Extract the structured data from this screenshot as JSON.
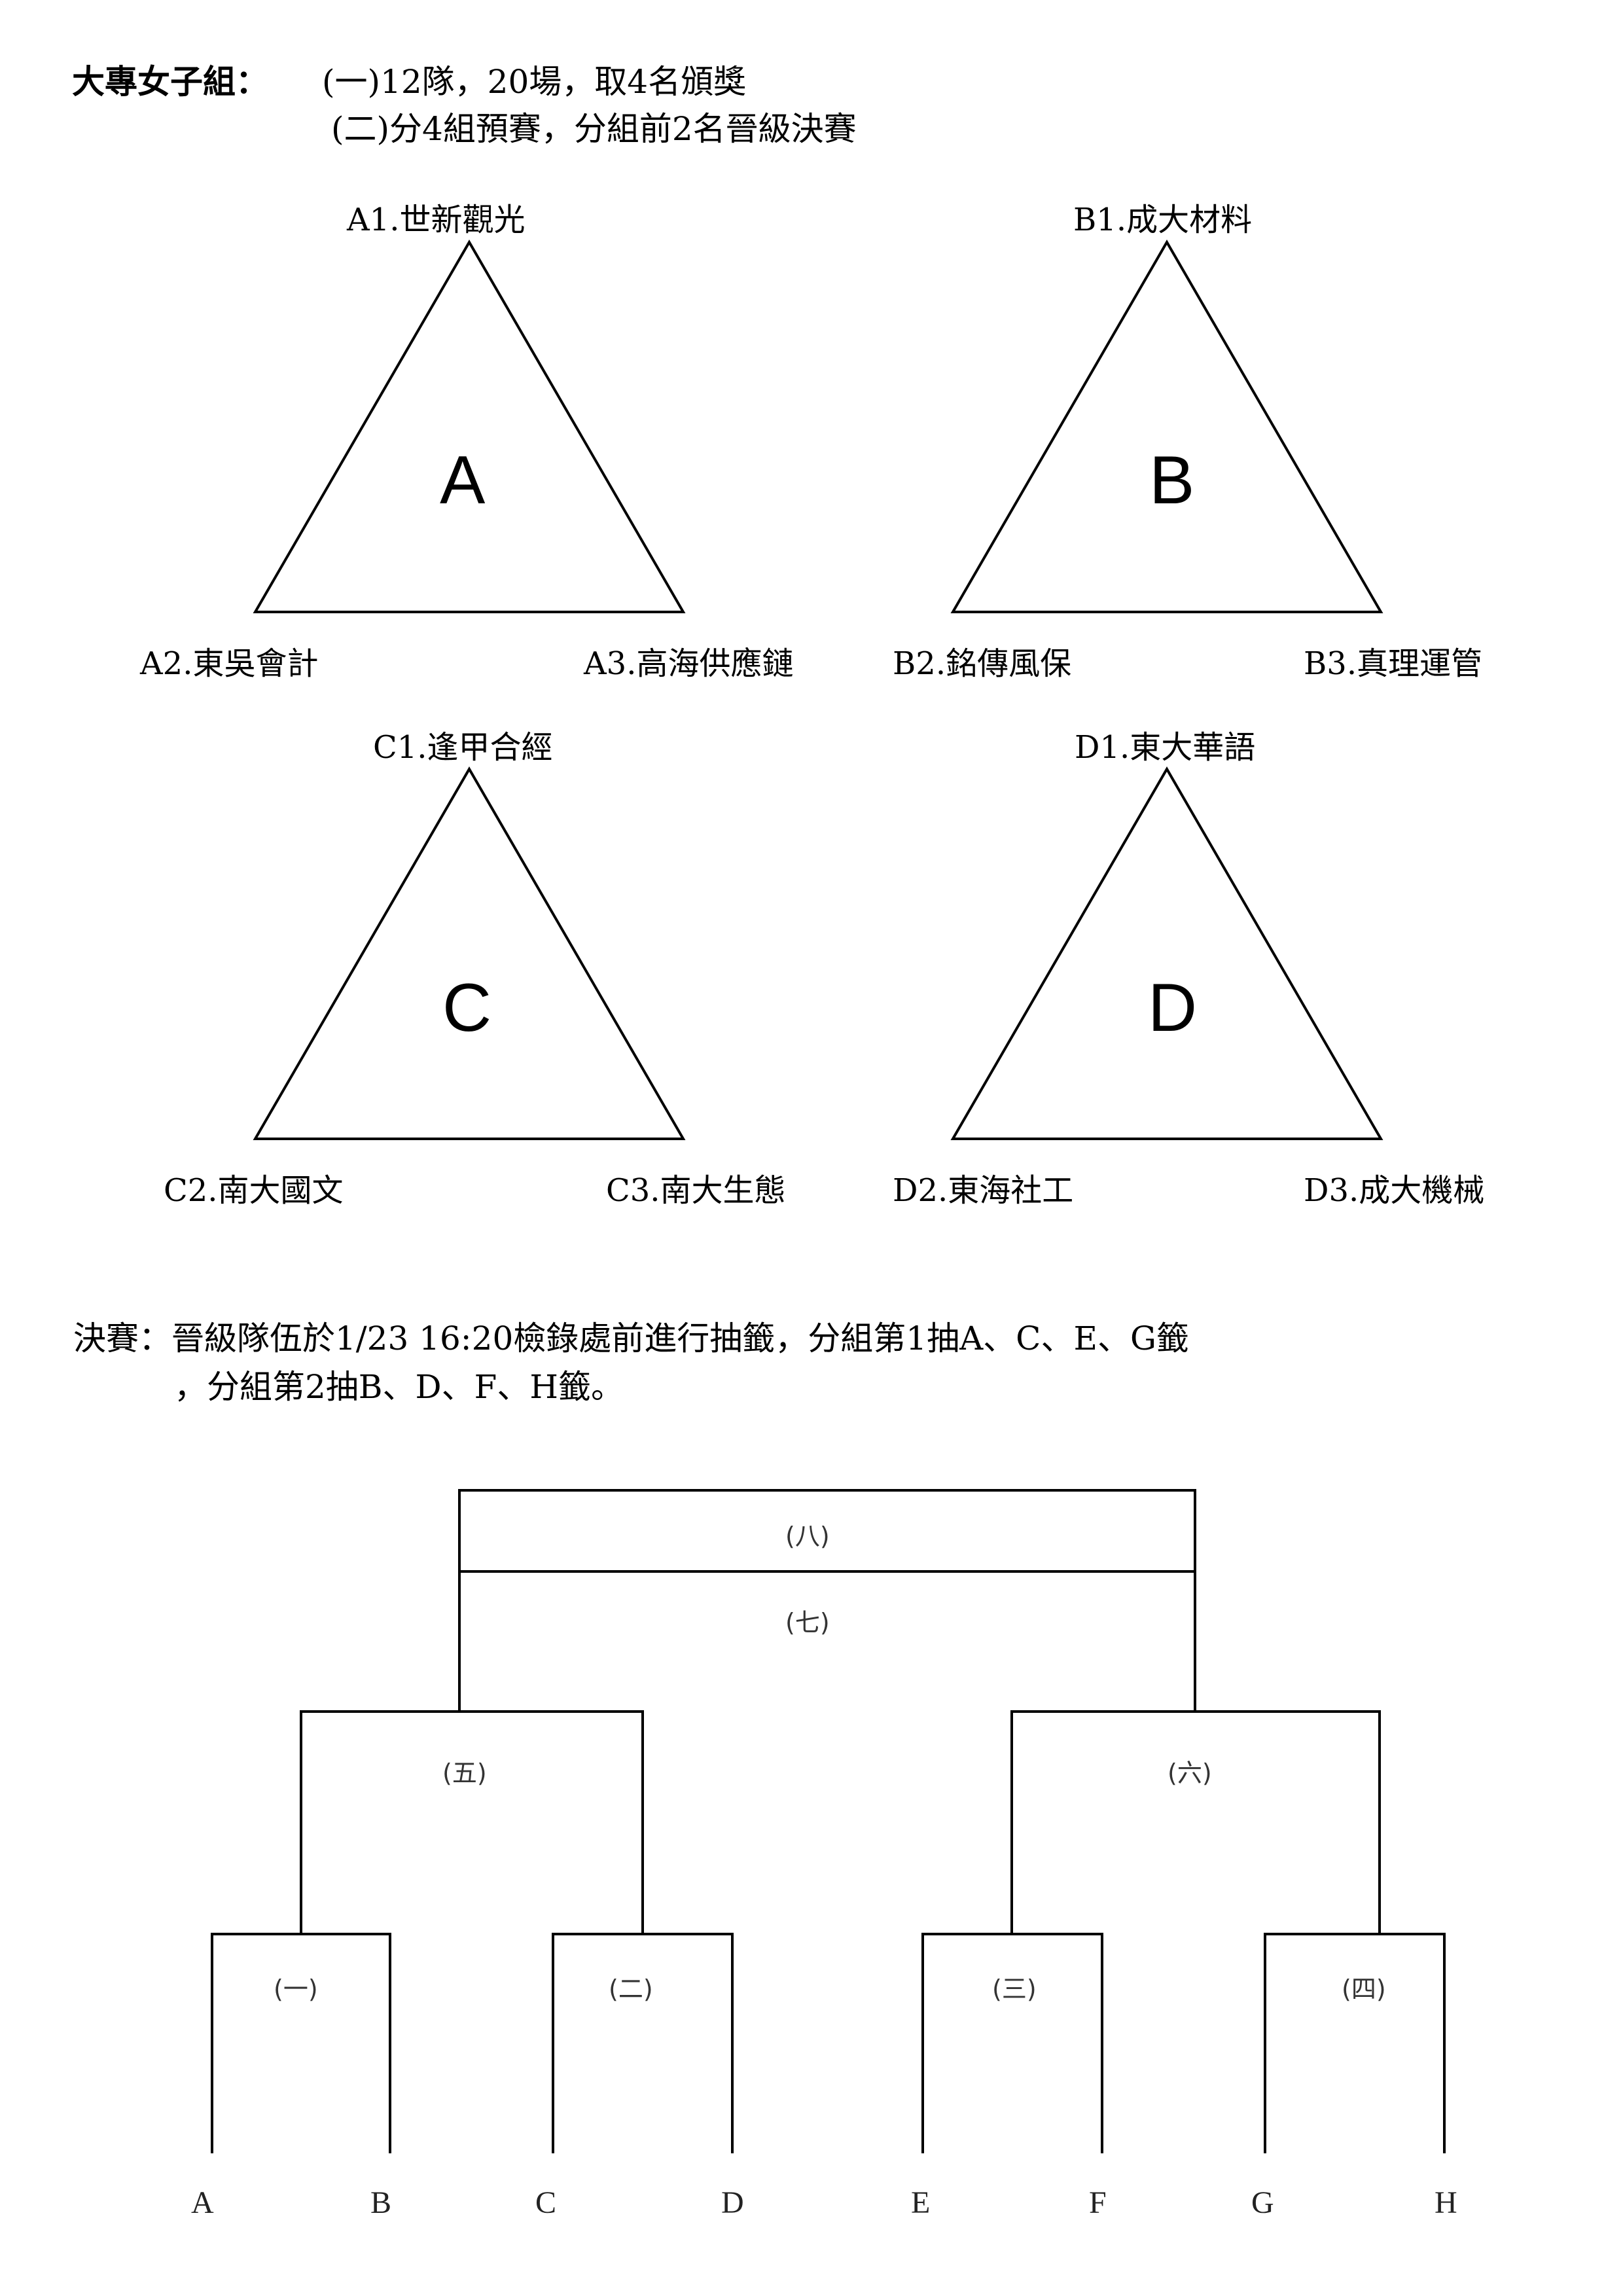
{
  "header": {
    "label": "大專女子組：",
    "line1": "(一)12隊，20場，取4名頒獎",
    "line2": "(二)分4組預賽，分組前2名晉級決賽"
  },
  "groups": {
    "A": {
      "letter": "A",
      "top": "A1.世新觀光",
      "left": "A2.東吳會計",
      "right": "A3.高海供應鏈"
    },
    "B": {
      "letter": "B",
      "top": "B1.成大材料",
      "left": "B2.銘傳風保",
      "right": "B3.真理運管"
    },
    "C": {
      "letter": "C",
      "top": "C1.逢甲合經",
      "left": "C2.南大國文",
      "right": "C3.南大生態"
    },
    "D": {
      "letter": "D",
      "top": "D1.東大華語",
      "left": "D2.東海社工",
      "right": "D3.成大機械"
    }
  },
  "finals_note": {
    "line1": "決賽：晉級隊伍於1/23 16:20檢錄處前進行抽籤，分組第1抽A、C、E、G籤",
    "line2": "，分組第2抽B、D、F、H籤。"
  },
  "bracket": {
    "rounds": {
      "r1": "(一)",
      "r2": "(二)",
      "r3": "(三)",
      "r4": "(四)",
      "r5": "(五)",
      "r6": "(六)",
      "r7": "(七)",
      "r8": "(八)"
    },
    "slots": [
      "A",
      "B",
      "C",
      "D",
      "E",
      "F",
      "G",
      "H"
    ]
  }
}
